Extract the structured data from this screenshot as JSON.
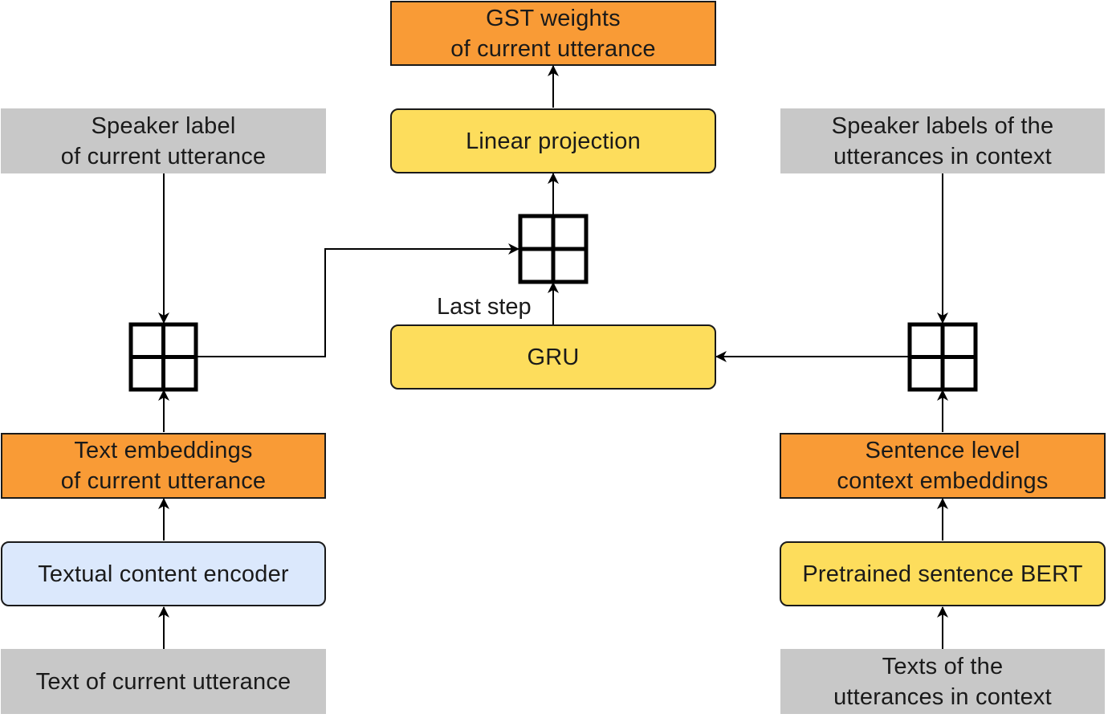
{
  "nodes": {
    "gst_weights": "GST weights\nof current utterance",
    "linear_projection": "Linear projection",
    "gru": "GRU",
    "speaker_label_current": "Speaker label\nof current utterance",
    "text_embeddings_current": "Text embeddings\nof current utterance",
    "textual_content_encoder": "Textual content encoder",
    "text_current": "Text of current utterance",
    "speaker_labels_context": "Speaker labels of the\nutterances in context",
    "sentence_context_embeddings": "Sentence level\ncontext embeddings",
    "pretrained_sentence_bert": "Pretrained sentence BERT",
    "texts_context": "Texts of the\nutterances in context"
  },
  "labels": {
    "last_step": "Last step"
  },
  "colors": {
    "input_gray": "#c8c8c8",
    "embedding_orange": "#f99b36",
    "module_yellow": "#fddd5c",
    "encoder_blue": "#dbe8fc",
    "stroke": "#000000"
  },
  "icons": [
    "concat-grid-icon-left",
    "concat-grid-icon-center",
    "concat-grid-icon-right"
  ]
}
